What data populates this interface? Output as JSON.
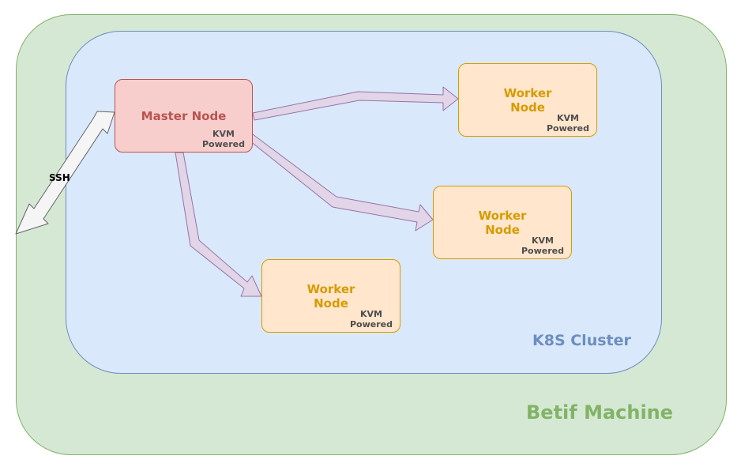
{
  "host": {
    "label": "Betif Machine"
  },
  "cluster": {
    "label": "K8S Cluster"
  },
  "master": {
    "title": "Master Node",
    "badge_line1": "KVM",
    "badge_line2": "Powered"
  },
  "workers": [
    {
      "title_line1": "Worker",
      "title_line2": "Node",
      "badge_line1": "KVM",
      "badge_line2": "Powered"
    },
    {
      "title_line1": "Worker",
      "title_line2": "Node",
      "badge_line1": "KVM",
      "badge_line2": "Powered"
    },
    {
      "title_line1": "Worker",
      "title_line2": "Node",
      "badge_line1": "KVM",
      "badge_line2": "Powered"
    }
  ],
  "ssh": {
    "label": "SSH"
  },
  "colors": {
    "host_fill": "#d5e8d4",
    "host_stroke": "#82b366",
    "cluster_fill": "#dae8fc",
    "cluster_stroke": "#6c8ebf",
    "master_fill": "#f8cecc",
    "master_stroke": "#b85450",
    "worker_fill": "#ffe6cc",
    "worker_stroke": "#d79b00",
    "arrow_fill": "#e1d5e7",
    "arrow_stroke": "#9673a6",
    "ssh_fill": "#f5f5f5",
    "ssh_stroke": "#666666"
  }
}
